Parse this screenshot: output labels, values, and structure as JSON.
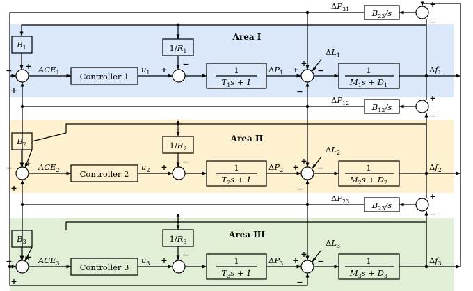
{
  "colors": {
    "area1": "#dae8f9",
    "area2": "#fdf1cf",
    "area3": "#e0efd5"
  },
  "areas": [
    {
      "title": "Area I",
      "bias": {
        "m": "B",
        "s": "1"
      },
      "ace": {
        "m": "ACE",
        "s": "1"
      },
      "controller": "Controller 1",
      "u": {
        "m": "u",
        "s": "1"
      },
      "droop": {
        "a": "1/",
        "m": "R",
        "s": "1"
      },
      "gov": {
        "num": "1",
        "m1": "T",
        "s": "1",
        "m2": "s + 1"
      },
      "dP": {
        "pre": "Δ",
        "m": "P",
        "s": "1"
      },
      "dL": {
        "pre": "Δ",
        "m": "L",
        "s": "1"
      },
      "gen": {
        "num": "1",
        "m1": "M",
        "s1": "1",
        "m2": "s + ",
        "m3": "D",
        "s2": "1"
      },
      "df": {
        "pre": "Δ",
        "m": "f",
        "s": "1"
      }
    },
    {
      "title": "Area II",
      "bias": {
        "m": "B",
        "s": "2"
      },
      "ace": {
        "m": "ACE",
        "s": "2"
      },
      "controller": "Controller 2",
      "u": {
        "m": "u",
        "s": "2"
      },
      "droop": {
        "a": "1/",
        "m": "R",
        "s": "2"
      },
      "gov": {
        "num": "1",
        "m1": "T",
        "s": "2",
        "m2": "s + 1"
      },
      "dP": {
        "pre": "Δ",
        "m": "P",
        "s": "2"
      },
      "dL": {
        "pre": "Δ",
        "m": "L",
        "s": "2"
      },
      "gen": {
        "num": "1",
        "m1": "M",
        "s1": "2",
        "m2": "s + ",
        "m3": "D",
        "s2": "2"
      },
      "df": {
        "pre": "Δ",
        "m": "f",
        "s": "2"
      }
    },
    {
      "title": "Area III",
      "bias": {
        "m": "B",
        "s": "3"
      },
      "ace": {
        "m": "ACE",
        "s": "3"
      },
      "controller": "Controller 3",
      "u": {
        "m": "u",
        "s": "3"
      },
      "droop": {
        "a": "1/",
        "m": "R",
        "s": "3"
      },
      "gov": {
        "num": "1",
        "m1": "T",
        "s": "3",
        "m2": "s + 1"
      },
      "dP": {
        "pre": "Δ",
        "m": "P",
        "s": "3"
      },
      "dL": {
        "pre": "Δ",
        "m": "L",
        "s": "3"
      },
      "gen": {
        "num": "1",
        "m1": "M",
        "s1": "3",
        "m2": "s + ",
        "m3": "D",
        "s2": "3"
      },
      "df": {
        "pre": "Δ",
        "m": "f",
        "s": "3"
      }
    }
  ],
  "ties": {
    "t31": {
      "label": {
        "pre": "Δ",
        "m": "P",
        "s": "31"
      },
      "block": {
        "m": "B",
        "s": "23",
        "post": "/s"
      }
    },
    "t12": {
      "label": {
        "pre": "Δ",
        "m": "P",
        "s": "12"
      },
      "block": {
        "m": "B",
        "s": "12",
        "post": "/s"
      }
    },
    "t23": {
      "label": {
        "pre": "Δ",
        "m": "P",
        "s": "23"
      },
      "block": {
        "m": "B",
        "s": "23",
        "post": "/s"
      }
    }
  },
  "signs": {
    "plus": "+",
    "minus": "−"
  }
}
